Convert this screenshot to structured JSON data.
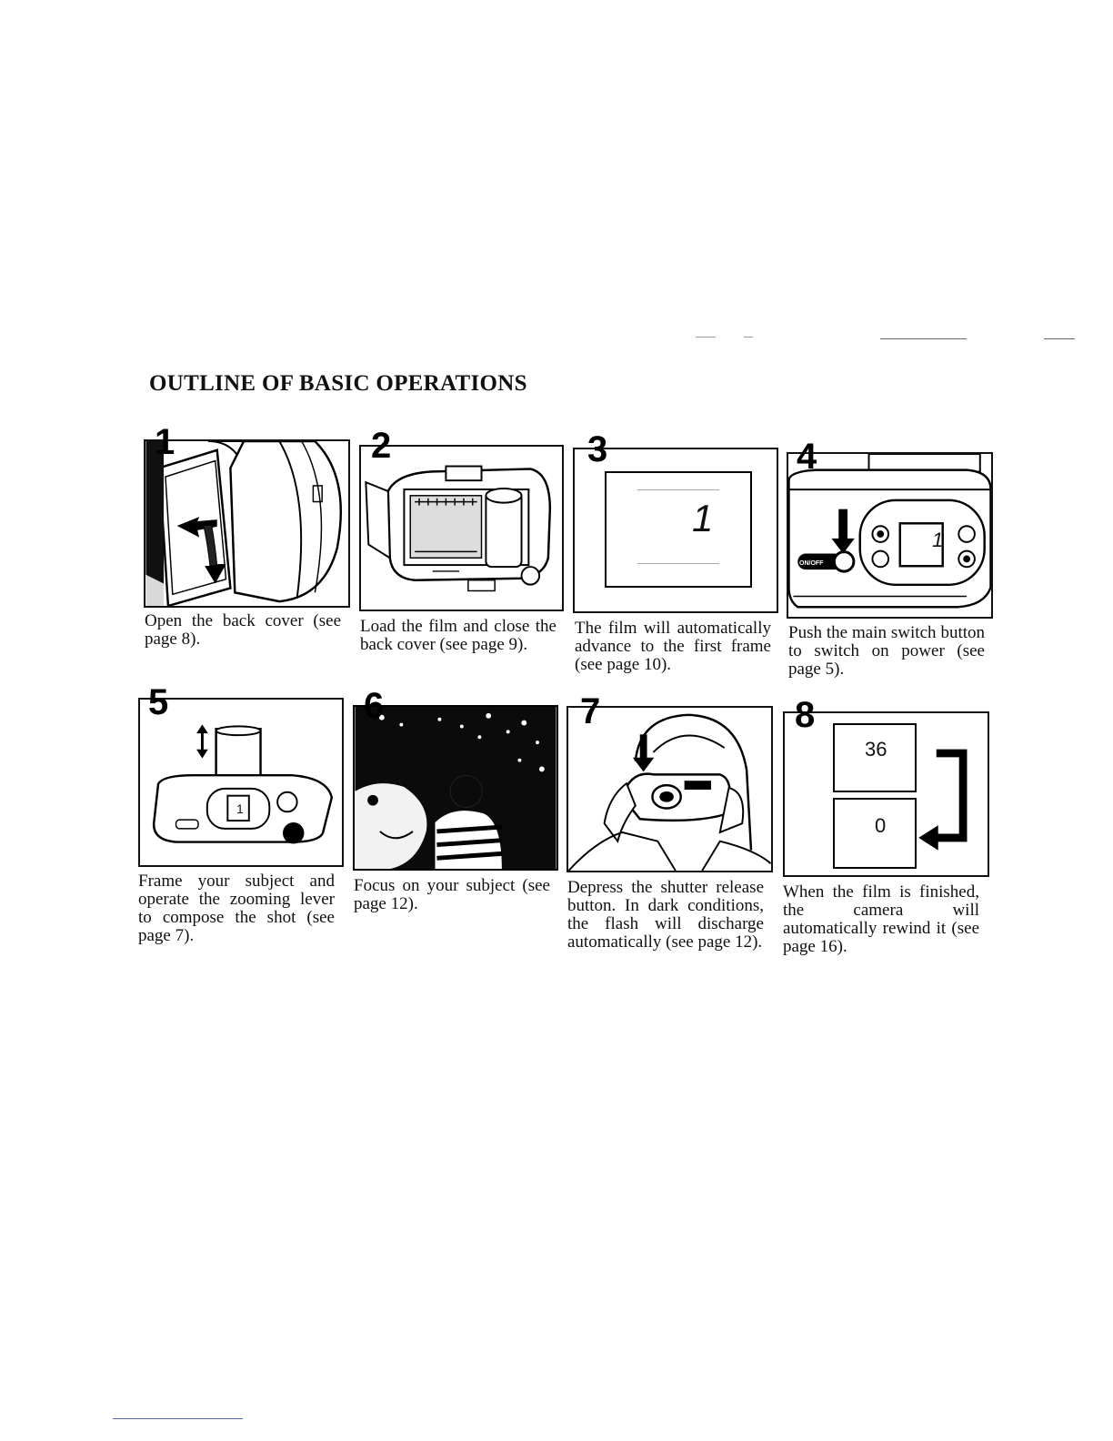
{
  "page": {
    "title": "OUTLINE OF BASIC OPERATIONS"
  },
  "steps": [
    {
      "number": "1",
      "caption": "Open the back cover (see page 8)."
    },
    {
      "number": "2",
      "caption": "Load the film and close the back cover (see page 9)."
    },
    {
      "number": "3",
      "caption": "The film will automatically advance to the first frame (see page 10).",
      "display": "1"
    },
    {
      "number": "4",
      "caption": "Push the main switch button to switch on power (see page 5).",
      "switch_label": "ON/OFF",
      "display": "1"
    },
    {
      "number": "5",
      "caption": "Frame your subject and operate the zooming lever to compose the shot (see page 7).",
      "display": "1"
    },
    {
      "number": "6",
      "caption": "Focus on your subject (see page 12)."
    },
    {
      "number": "7",
      "caption": "Depress the shutter release button. In dark conditions, the flash will discharge automatically (see page 12)."
    },
    {
      "number": "8",
      "caption": "When the film is finished, the camera will automatically rewind it (see page 16).",
      "display_start": "36",
      "display_end": "0"
    }
  ]
}
